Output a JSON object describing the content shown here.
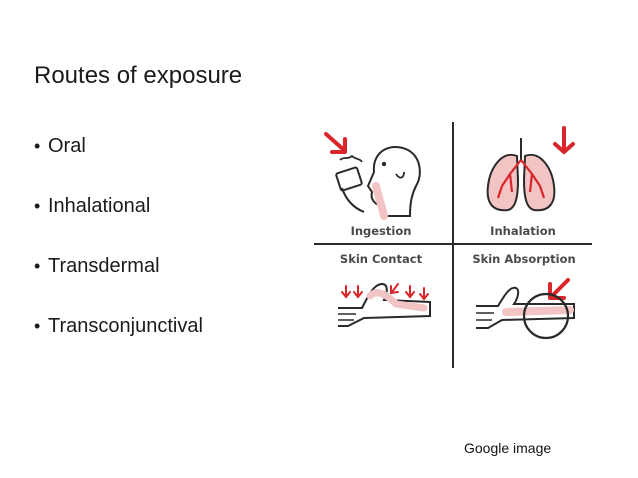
{
  "slide": {
    "title": "Routes of exposure",
    "bullets": [
      {
        "label": "Oral"
      },
      {
        "label": "Inhalational"
      },
      {
        "label": "Transdermal"
      },
      {
        "label": "Transconjunctival"
      }
    ],
    "caption": "Google image"
  },
  "figure": {
    "quadrants": [
      {
        "label": "Ingestion",
        "icon": "ingestion-icon"
      },
      {
        "label": "Inhalation",
        "icon": "lungs-icon"
      },
      {
        "label": "Skin Contact",
        "icon": "skin-contact-icon"
      },
      {
        "label": "Skin Absorption",
        "icon": "skin-absorption-icon"
      }
    ]
  },
  "colors": {
    "accent_red": "#d9262a",
    "light_red": "#f3c4c4",
    "outline": "#2a2a2a",
    "label_gray": "#4a4a4a"
  }
}
